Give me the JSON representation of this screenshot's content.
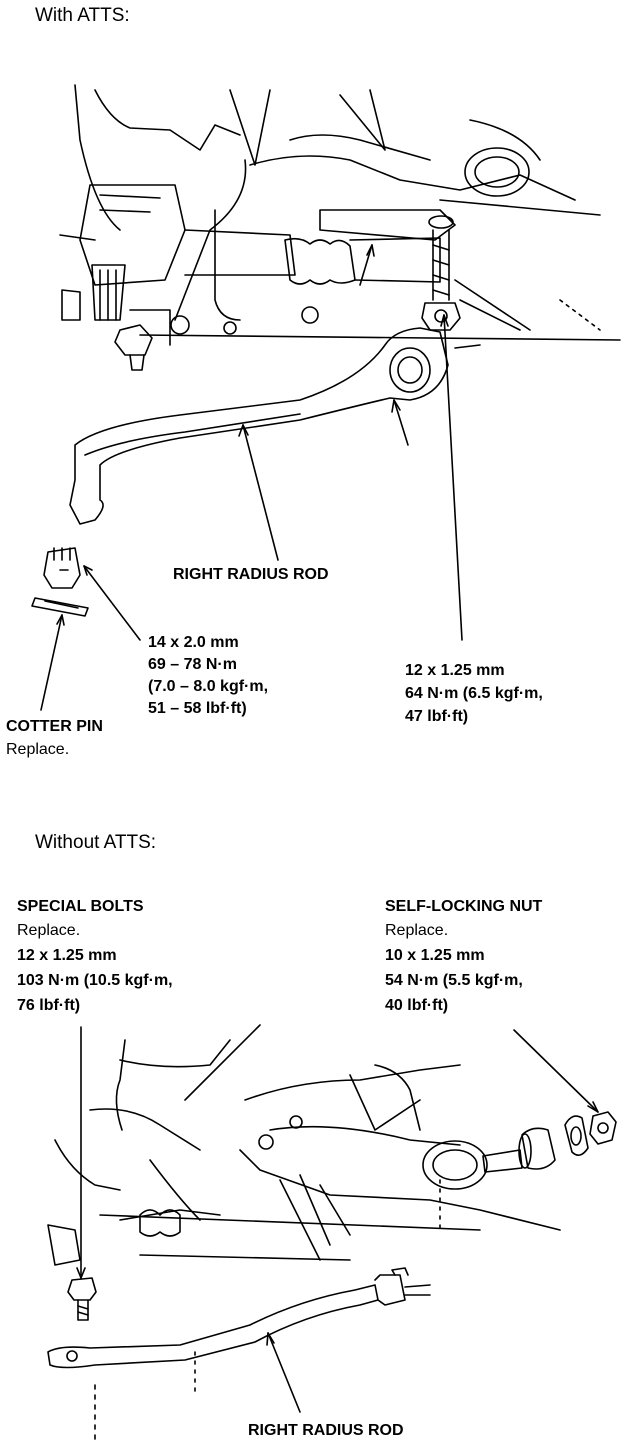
{
  "sections": {
    "with_atts": "With ATTS:",
    "without_atts": "Without ATTS:"
  },
  "top": {
    "radius_rod": "RIGHT RADIUS ROD",
    "castle_nut": {
      "size": "14 x 2.0 mm",
      "torque_nm": "69 – 78 N·m",
      "torque_kgf": "(7.0 – 8.0 kgf·m,",
      "torque_lbf": "51 – 58 lbf·ft)"
    },
    "bolt": {
      "size": "12 x 1.25 mm",
      "torque_nm": "64 N·m (6.5 kgf·m,",
      "torque_lbf": "47 lbf·ft)"
    },
    "cotter_pin": {
      "name": "COTTER PIN",
      "note": "Replace."
    }
  },
  "bottom": {
    "special_bolts": {
      "name": "SPECIAL BOLTS",
      "note": "Replace.",
      "size": "12 x 1.25 mm",
      "torque_nm": "103 N·m (10.5 kgf·m,",
      "torque_lbf": "76 lbf·ft)"
    },
    "self_locking_nut": {
      "name": "SELF-LOCKING NUT",
      "note": "Replace.",
      "size": "10 x 1.25 mm",
      "torque_nm": "54 N·m (5.5 kgf·m,",
      "torque_lbf": "40 lbf·ft)"
    },
    "radius_rod": "RIGHT RADIUS ROD"
  },
  "colors": {
    "ink": "#000000",
    "paper": "#ffffff"
  }
}
